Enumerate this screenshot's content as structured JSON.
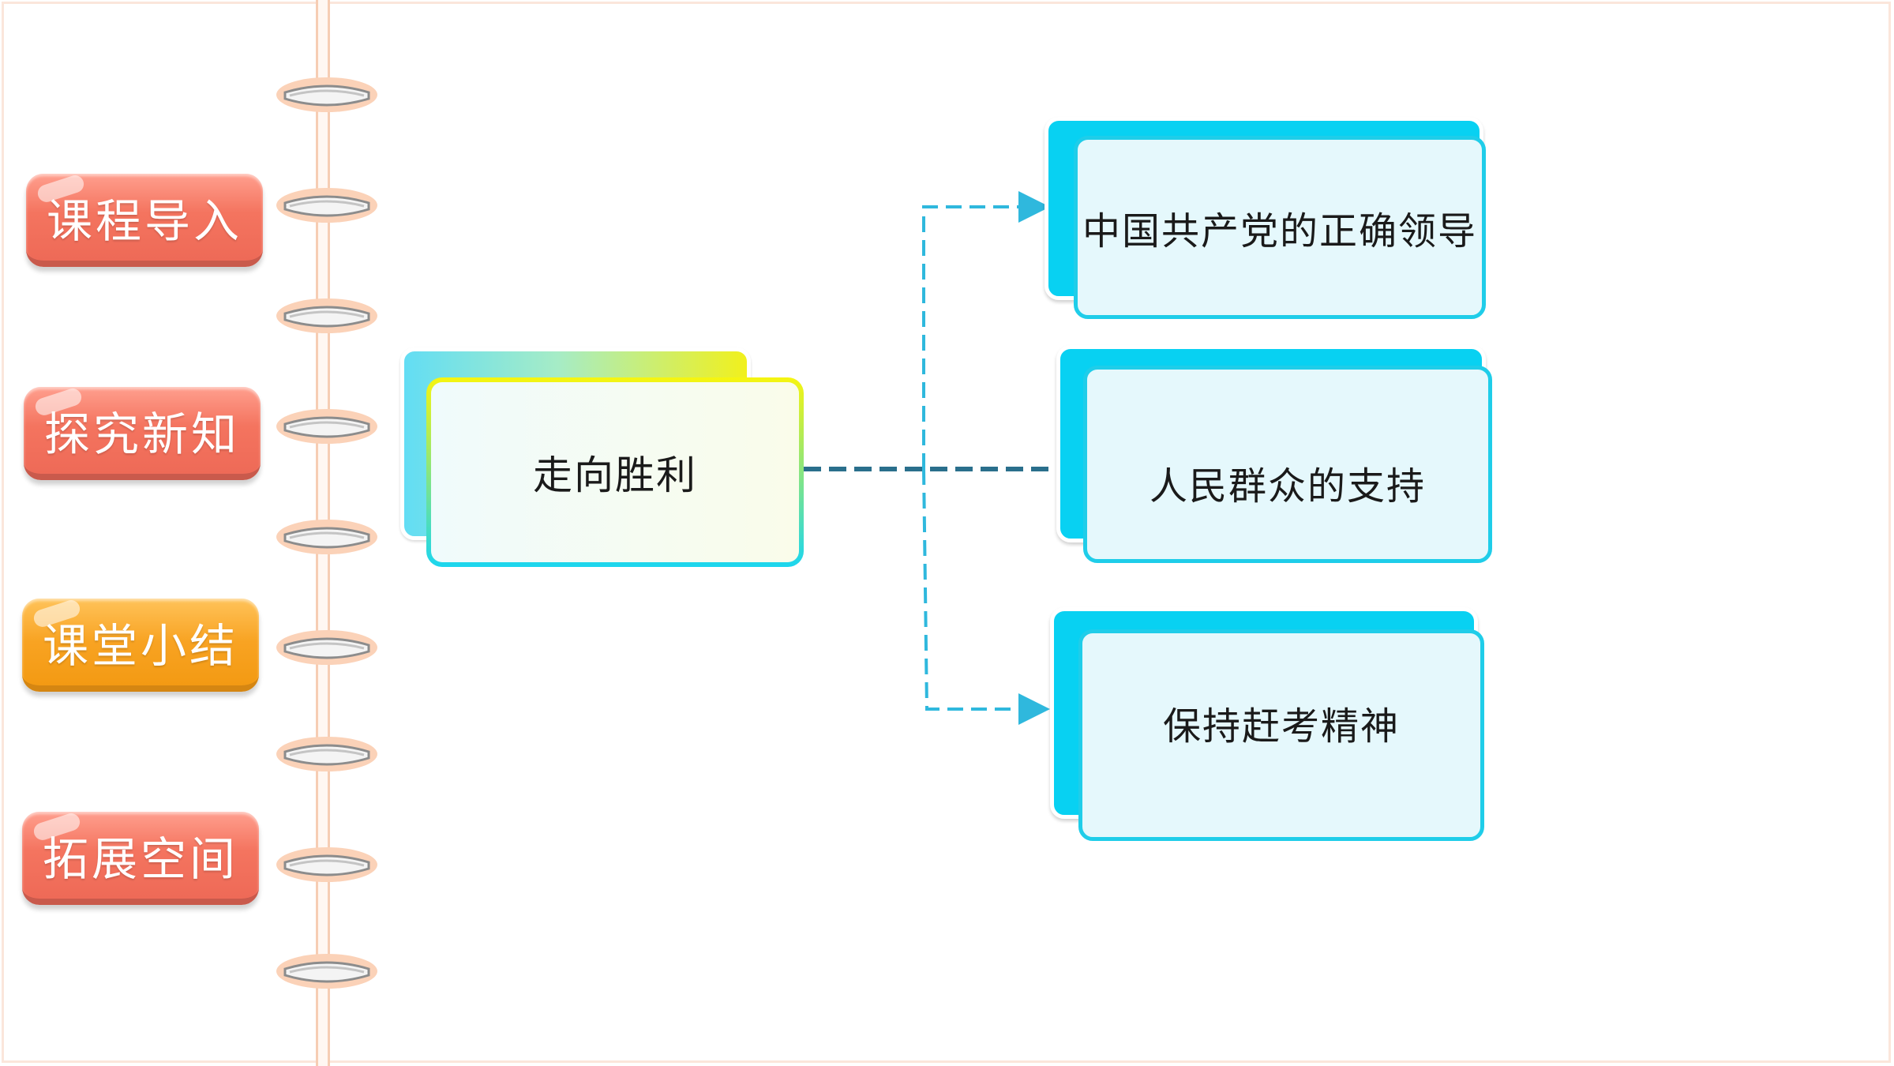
{
  "nav": {
    "items": [
      {
        "label": "课程导入",
        "color": "#f4745f"
      },
      {
        "label": "探究新知",
        "color": "#f4745f"
      },
      {
        "label": "课堂小结",
        "color": "#f8a322"
      },
      {
        "label": "拓展空间",
        "color": "#f4745f"
      }
    ]
  },
  "diagram": {
    "center": {
      "label": "走向胜利"
    },
    "branches": [
      {
        "label": "中国共产党的正确领导"
      },
      {
        "label": "人民群众的支持"
      },
      {
        "label": "保持赶考精神"
      }
    ],
    "colors": {
      "branch_fill": "#08d1f2",
      "branch_inner": "#e5f8fc",
      "connector": "#2fb8dd",
      "center_gradient_start": "#62ddf4",
      "center_gradient_end": "#f1f01c"
    }
  }
}
